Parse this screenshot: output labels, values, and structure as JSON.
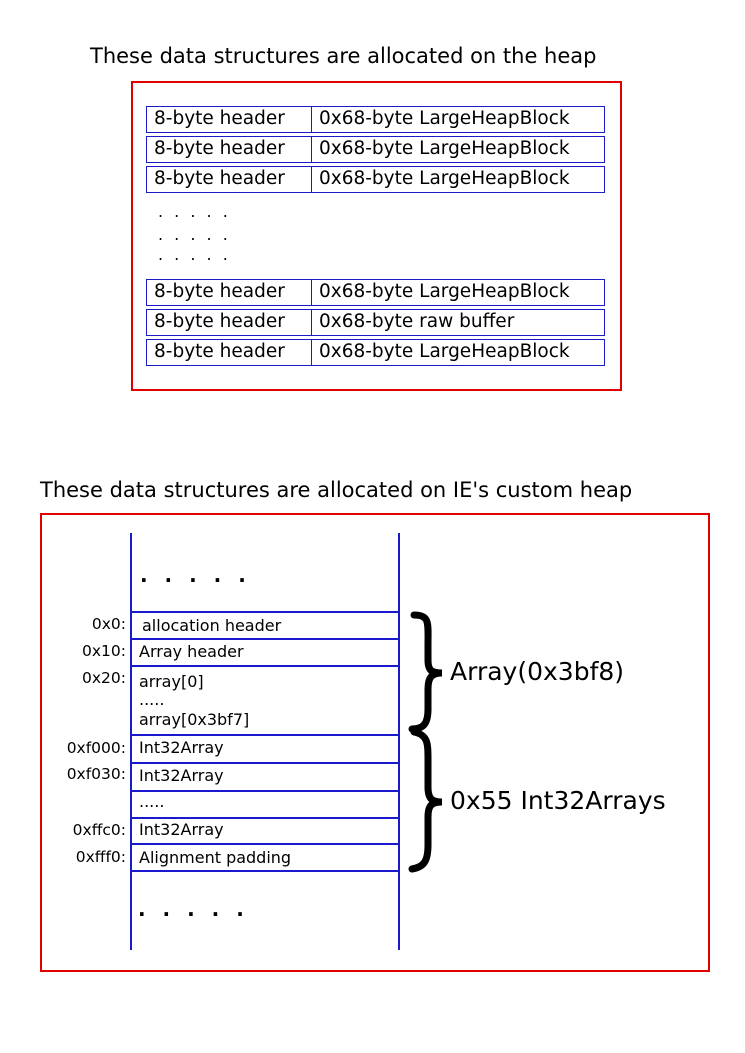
{
  "top": {
    "title": "These data structures are allocated on the heap",
    "rows_a": [
      {
        "header": "8-byte header",
        "block": "0x68-byte LargeHeapBlock"
      },
      {
        "header": "8-byte header",
        "block": "0x68-byte LargeHeapBlock"
      },
      {
        "header": "8-byte header",
        "block": "0x68-byte LargeHeapBlock"
      }
    ],
    "dots": ". . . . .",
    "rows_b": [
      {
        "header": "8-byte header",
        "block": "0x68-byte LargeHeapBlock"
      },
      {
        "header": "8-byte header",
        "block": "0x68-byte raw buffer"
      },
      {
        "header": "8-byte header",
        "block": "0x68-byte LargeHeapBlock"
      }
    ]
  },
  "bottom": {
    "title": "These data structures are allocated on IE's custom heap",
    "top_dots": ". . . . .",
    "bottom_dots": ". . . . .",
    "cells": [
      {
        "addr": "0x0:",
        "label": "allocation header"
      },
      {
        "addr": "0x10:",
        "label": "Array header"
      },
      {
        "addr": "0x20:",
        "label": "array[0]"
      },
      {
        "addr": "",
        "label": "....."
      },
      {
        "addr": "",
        "label": "array[0x3bf7]"
      },
      {
        "addr": "0xf000:",
        "label": "Int32Array"
      },
      {
        "addr": "0xf030:",
        "label": "Int32Array"
      },
      {
        "addr": "",
        "label": "....."
      },
      {
        "addr": "0xffc0:",
        "label": "Int32Array"
      },
      {
        "addr": "0xfff0:",
        "label": "Alignment padding"
      }
    ],
    "brace_labels": [
      "Array(0x3bf8)",
      "0x55 Int32Arrays"
    ]
  }
}
